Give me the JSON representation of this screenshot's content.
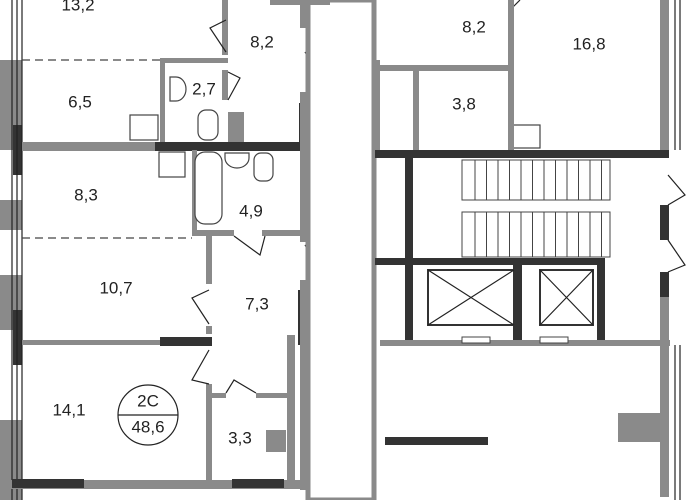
{
  "plan": {
    "apartment": {
      "type": "2C",
      "total_area": "48,6"
    },
    "rooms": [
      {
        "id": "room-13-2",
        "area": "13,2"
      },
      {
        "id": "hall-8-2",
        "area": "8,2"
      },
      {
        "id": "room-6-5",
        "area": "6,5"
      },
      {
        "id": "wc-2-7",
        "area": "2,7"
      },
      {
        "id": "room-8-3",
        "area": "8,3"
      },
      {
        "id": "bath-4-9",
        "area": "4,9"
      },
      {
        "id": "room-10-7",
        "area": "10,7"
      },
      {
        "id": "hall-7-3",
        "area": "7,3"
      },
      {
        "id": "room-14-1",
        "area": "14,1"
      },
      {
        "id": "storage-3-3",
        "area": "3,3"
      },
      {
        "id": "hall-right-8-2",
        "area": "8,2"
      },
      {
        "id": "room-16-8",
        "area": "16,8"
      },
      {
        "id": "room-3-8",
        "area": "3,8"
      }
    ],
    "colors": {
      "wall": "#8a8a8a",
      "bearing_wall": "#333333"
    }
  }
}
